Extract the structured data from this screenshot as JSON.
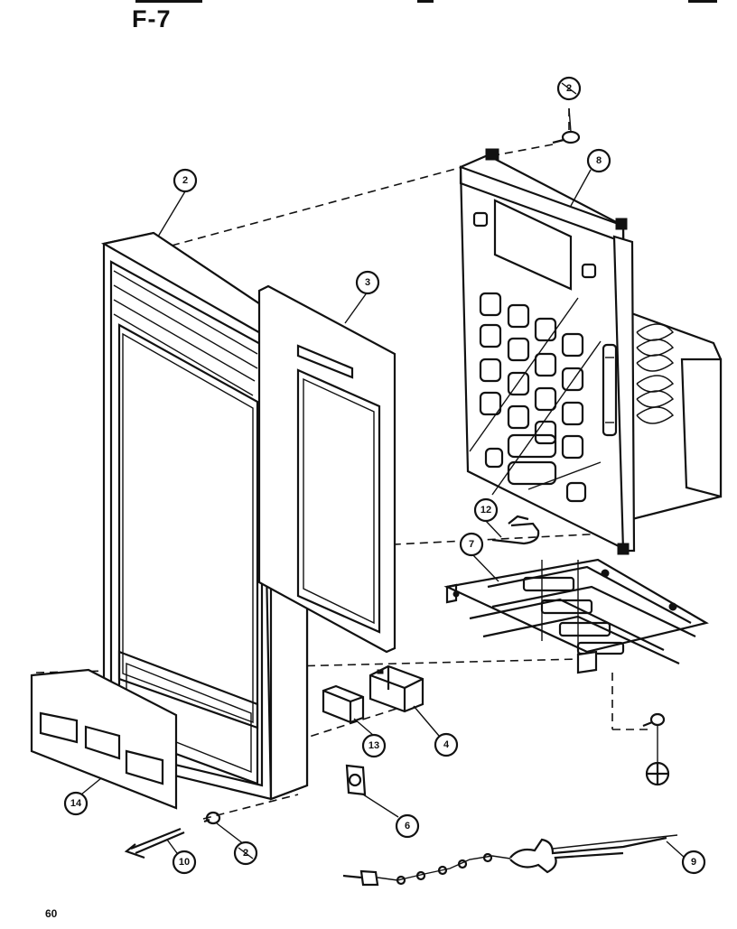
{
  "figure": {
    "title": "F-7",
    "page_number": "60"
  },
  "callouts": [
    "2",
    "3",
    "8",
    "12",
    "7",
    "4",
    "13",
    "6",
    "14",
    "10",
    "9",
    "2",
    "2"
  ]
}
